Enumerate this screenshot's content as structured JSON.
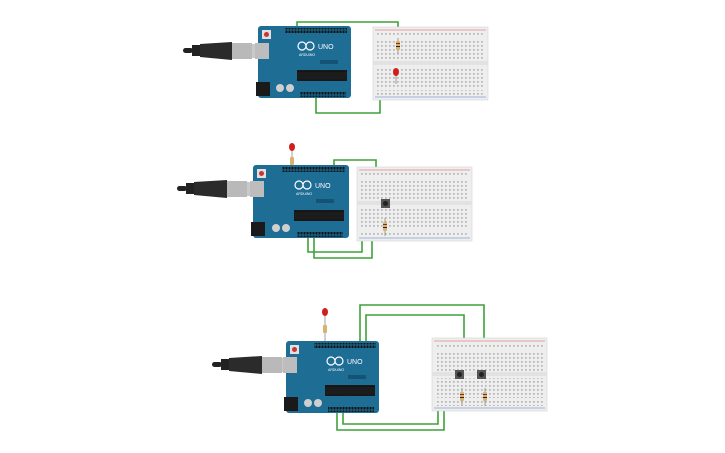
{
  "board_labels": {
    "model": "UNO",
    "brand": "ARDUINO"
  },
  "colors": {
    "background": "#ffffff",
    "board": "#1d6d94",
    "board_dark": "#145373",
    "chip": "#1c1c1c",
    "wire": "#3fa13a",
    "breadboard": "#eeeeee",
    "rail_red": "#d9534f",
    "rail_blue": "#4a78c2",
    "led": "#d01f1f",
    "usb": "#b9b9b9",
    "cable": "#222222"
  },
  "circuits": [
    {
      "name": "circuit-1",
      "parts": [
        "usb-cable",
        "arduino-uno",
        "breadboard",
        "led",
        "resistor",
        "wires"
      ]
    },
    {
      "name": "circuit-2",
      "parts": [
        "usb-cable",
        "arduino-uno",
        "breadboard",
        "led",
        "resistor",
        "pushbutton",
        "wires"
      ]
    },
    {
      "name": "circuit-3",
      "parts": [
        "usb-cable",
        "arduino-uno",
        "breadboard",
        "led",
        "resistor",
        "pushbutton",
        "pushbutton",
        "resistor",
        "resistor",
        "wires"
      ]
    }
  ]
}
